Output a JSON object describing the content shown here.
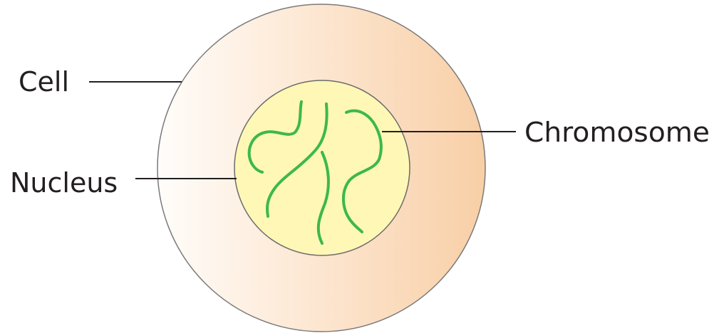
{
  "labels": {
    "cell": "Cell",
    "nucleus": "Nucleus",
    "chromosome": "Chromosome"
  },
  "colors": {
    "cell_fill_light": "#fffbf6",
    "cell_fill_dark": "#f9d3ad",
    "cell_outline": "#7a7a7a",
    "nucleus_fill": "#fff7b6",
    "nucleus_outline": "#6b6b6b",
    "chromosome": "#3db84a",
    "line_and_text": "#231f20"
  }
}
